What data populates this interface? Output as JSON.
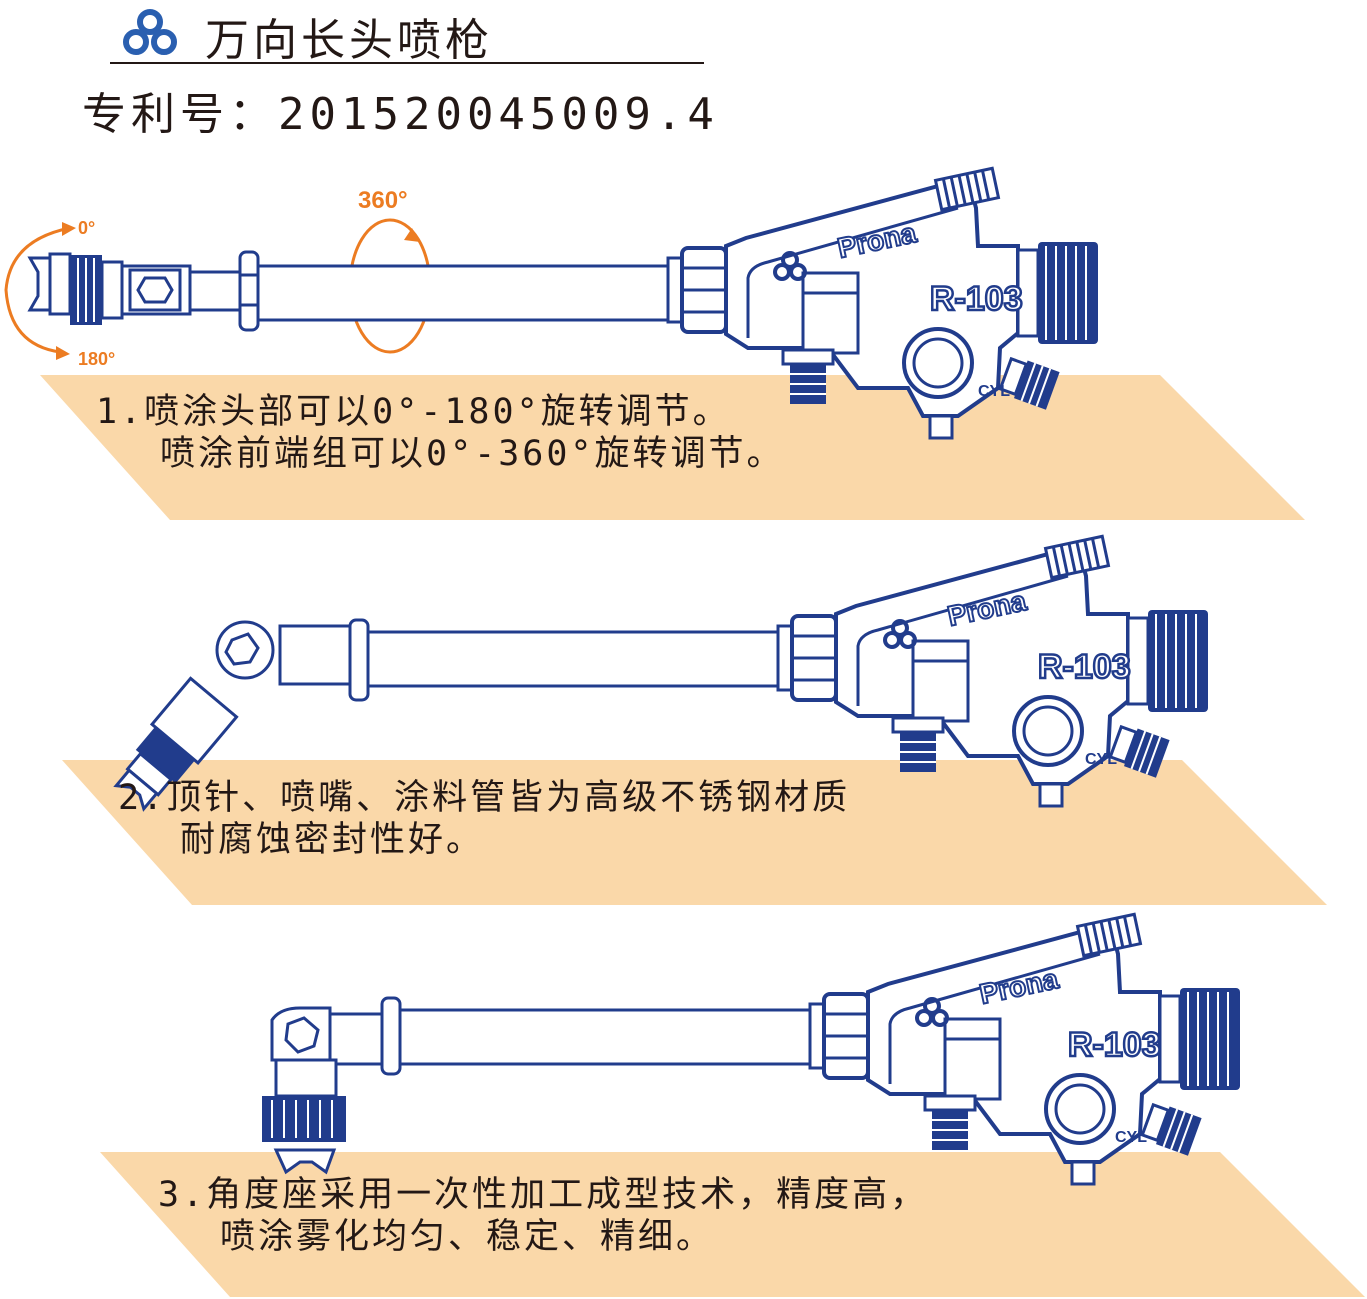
{
  "header": {
    "title": "万向长头喷枪",
    "patent": "专利号：201520045009.4",
    "logo_icon": "prona-logo-icon"
  },
  "colors": {
    "outline_blue": "#213c8c",
    "band_tan": "#fad8a9",
    "accent_orange": "#ec7c22",
    "text_dark": "#231815"
  },
  "figure1": {
    "angle_0": "0°",
    "angle_180": "180°",
    "angle_360": "360°",
    "brand": "Prona",
    "model": "R-103",
    "cyl": "CYL"
  },
  "figure2": {
    "brand": "Prona",
    "model": "R-103",
    "cyl": "CYL"
  },
  "figure3": {
    "brand": "Prona",
    "model": "R-103",
    "cyl": "CYL"
  },
  "features": [
    {
      "line1": "1.喷涂头部可以0°-180°旋转调节。",
      "line2": "喷涂前端组可以0°-360°旋转调节。"
    },
    {
      "line1": "2.顶针、喷嘴、涂料管皆为高级不锈钢材质",
      "line2": "耐腐蚀密封性好。"
    },
    {
      "line1": "3.角度座采用一次性加工成型技术，精度高，",
      "line2": "喷涂雾化均匀、稳定、精细。"
    }
  ]
}
